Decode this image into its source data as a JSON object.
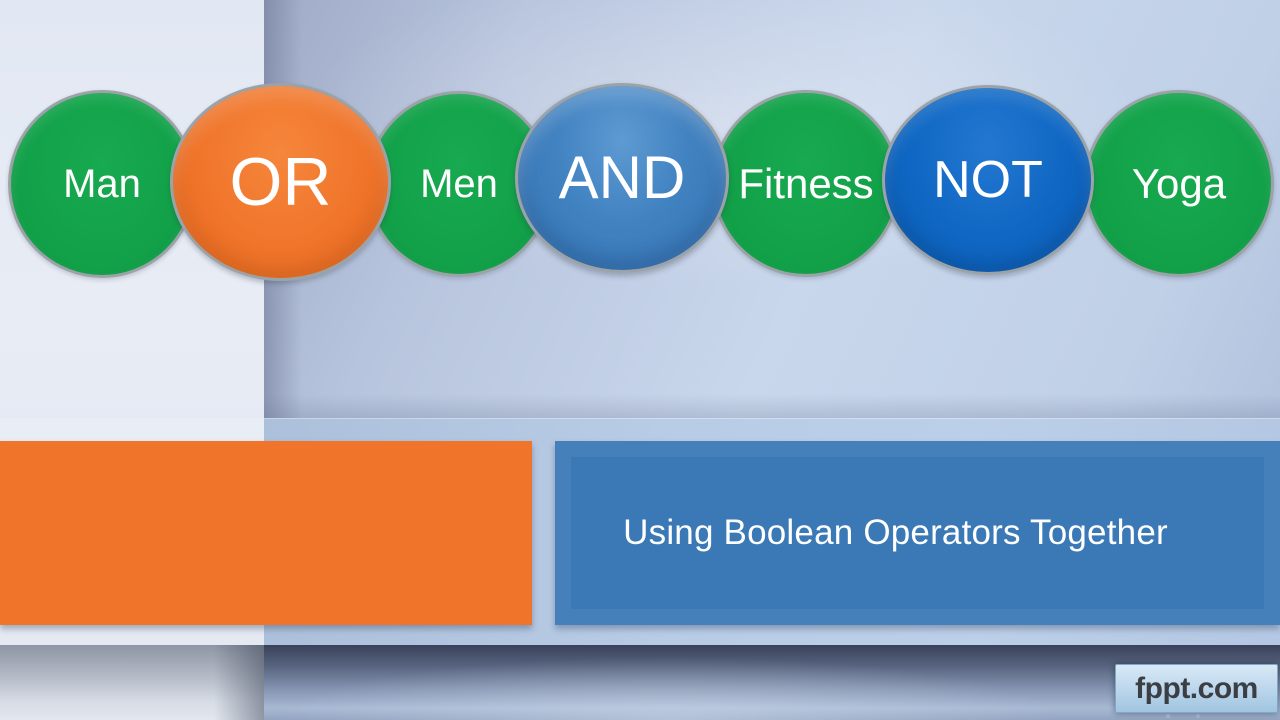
{
  "slide": {
    "venn": {
      "ellipses": [
        {
          "label": "Man",
          "kind": "search-term",
          "fill": "green"
        },
        {
          "label": "OR",
          "kind": "boolean-operator",
          "fill": "orange"
        },
        {
          "label": "Men",
          "kind": "search-term",
          "fill": "green"
        },
        {
          "label": "AND",
          "kind": "boolean-operator",
          "fill": "medium-blue"
        },
        {
          "label": "Fitness",
          "kind": "search-term",
          "fill": "green"
        },
        {
          "label": "NOT",
          "kind": "boolean-operator",
          "fill": "dark-blue"
        },
        {
          "label": "Yoga",
          "kind": "search-term",
          "fill": "green"
        }
      ]
    },
    "title_bar": {
      "text": "Using Boolean Operators Together"
    },
    "watermark": {
      "text": "fppt.com"
    }
  },
  "colors": {
    "term_green": "#12a149",
    "operator_orange": "#f0752b",
    "operator_and_blue": "#3e7fc0",
    "operator_not_blue": "#0f67c3",
    "title_bar_blue": "#3a79b6",
    "accent_rect_orange": "#f0752b",
    "circle_border_gray": "#9ba3a8"
  }
}
